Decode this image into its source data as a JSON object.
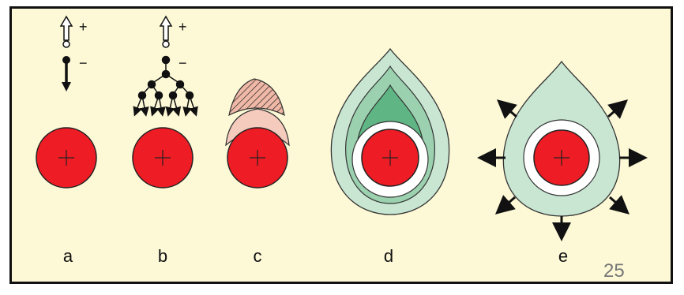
{
  "diagram": {
    "panels": [
      {
        "id": "a",
        "label": "a"
      },
      {
        "id": "b",
        "label": "b"
      },
      {
        "id": "c",
        "label": "c"
      },
      {
        "id": "d",
        "label": "d"
      },
      {
        "id": "e",
        "label": "e"
      }
    ],
    "charge_symbols": {
      "positive": "+",
      "negative": "−"
    },
    "page_number": "25"
  },
  "colors": {
    "background": "#fdf9d6",
    "border": "#111111",
    "core_red": "#ee1c24",
    "shell_outer": "#c8e6d2",
    "shell_mid": "#9cd1b0",
    "shell_inner": "#5fb684",
    "cap_pink": "#f5cbbd",
    "page_number": "#777777"
  },
  "icons": [
    "upward-hollow-arrow-icon",
    "downward-arrow-icon",
    "branching-tree-icon",
    "outward-arrow-icon"
  ]
}
